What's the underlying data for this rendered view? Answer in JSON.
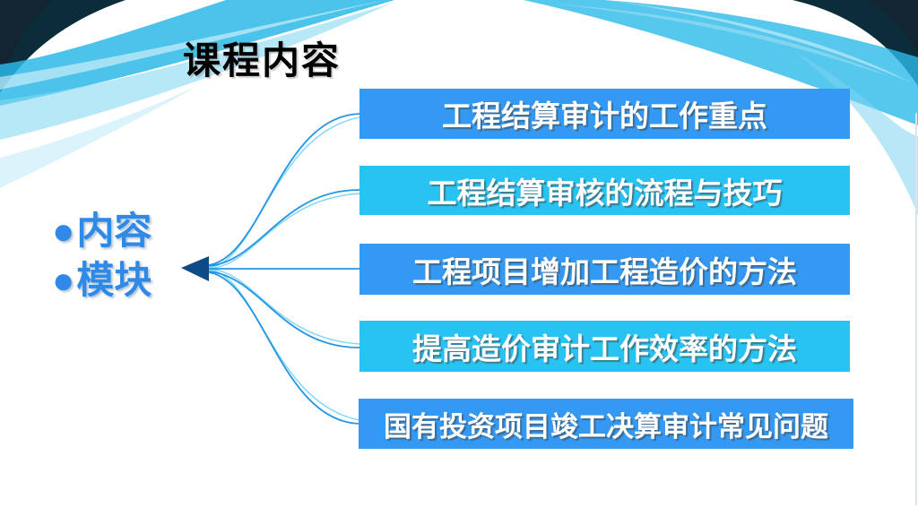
{
  "slide": {
    "title": "课程内容",
    "side_label": {
      "items": [
        {
          "bullet": "●",
          "label": "内容"
        },
        {
          "bullet": "●",
          "label": "模块"
        }
      ]
    },
    "modules": [
      {
        "label": "工程结算审计的工作重点",
        "color": "#3399f2"
      },
      {
        "label": "工程结算审核的流程与技巧",
        "color": "#28c3f2"
      },
      {
        "label": "工程项目增加工程造价的方法",
        "color": "#3399f2"
      },
      {
        "label": "提高造价审计工作效率的方法",
        "color": "#28c3f2"
      },
      {
        "label": "国有投资项目竣工决算审计常见问题",
        "color": "#3399f2"
      }
    ],
    "colors": {
      "accent_text": "#2e8ae6",
      "bar_blue": "#3399f2",
      "bar_cyan": "#28c3f2",
      "arrow_navy": "#0d4b87",
      "connector_dark": "#2496e4",
      "connector_light": "#7ed7f6",
      "title_text": "#000000",
      "bar_text": "#ffffff"
    }
  }
}
